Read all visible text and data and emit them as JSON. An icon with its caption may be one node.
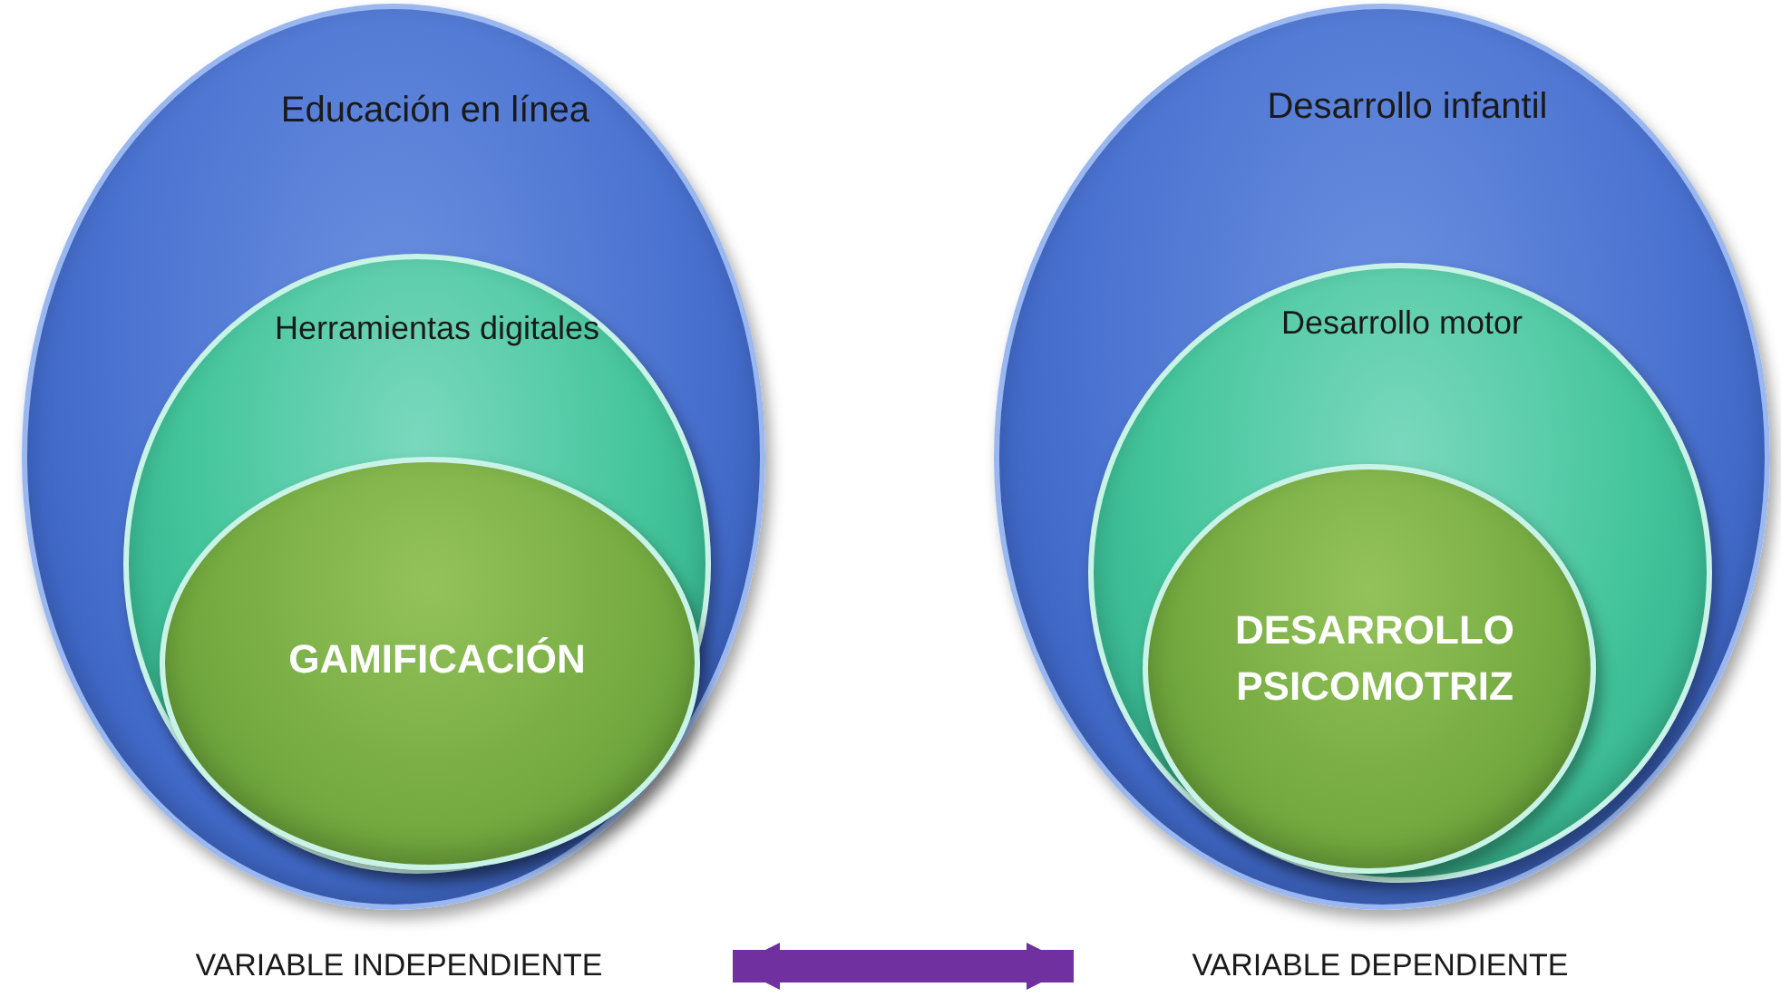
{
  "diagram": {
    "nodes": [
      {
        "text": [
          "Educación en línea"
        ]
      },
      {
        "text": [
          "Herramientas digitales"
        ],
        "in": 0
      },
      {
        "text": [
          "GAMIFICACIÓN"
        ],
        "in": 1
      },
      {
        "text": [
          "Desarrollo infantil"
        ]
      },
      {
        "text": [
          "Desarrollo motor"
        ],
        "in": 3
      },
      {
        "text": [
          "DESARROLLO PSICOMOTRIZ"
        ],
        "in": 4
      },
      {
        "text": [
          "VARIABLE INDEPENDIENTE"
        ]
      },
      {
        "text": [
          "VARIABLE DEPENDIENTE"
        ]
      }
    ],
    "edges": [
      {
        "from": 6,
        "to": 7,
        "arrow": "both"
      }
    ]
  }
}
